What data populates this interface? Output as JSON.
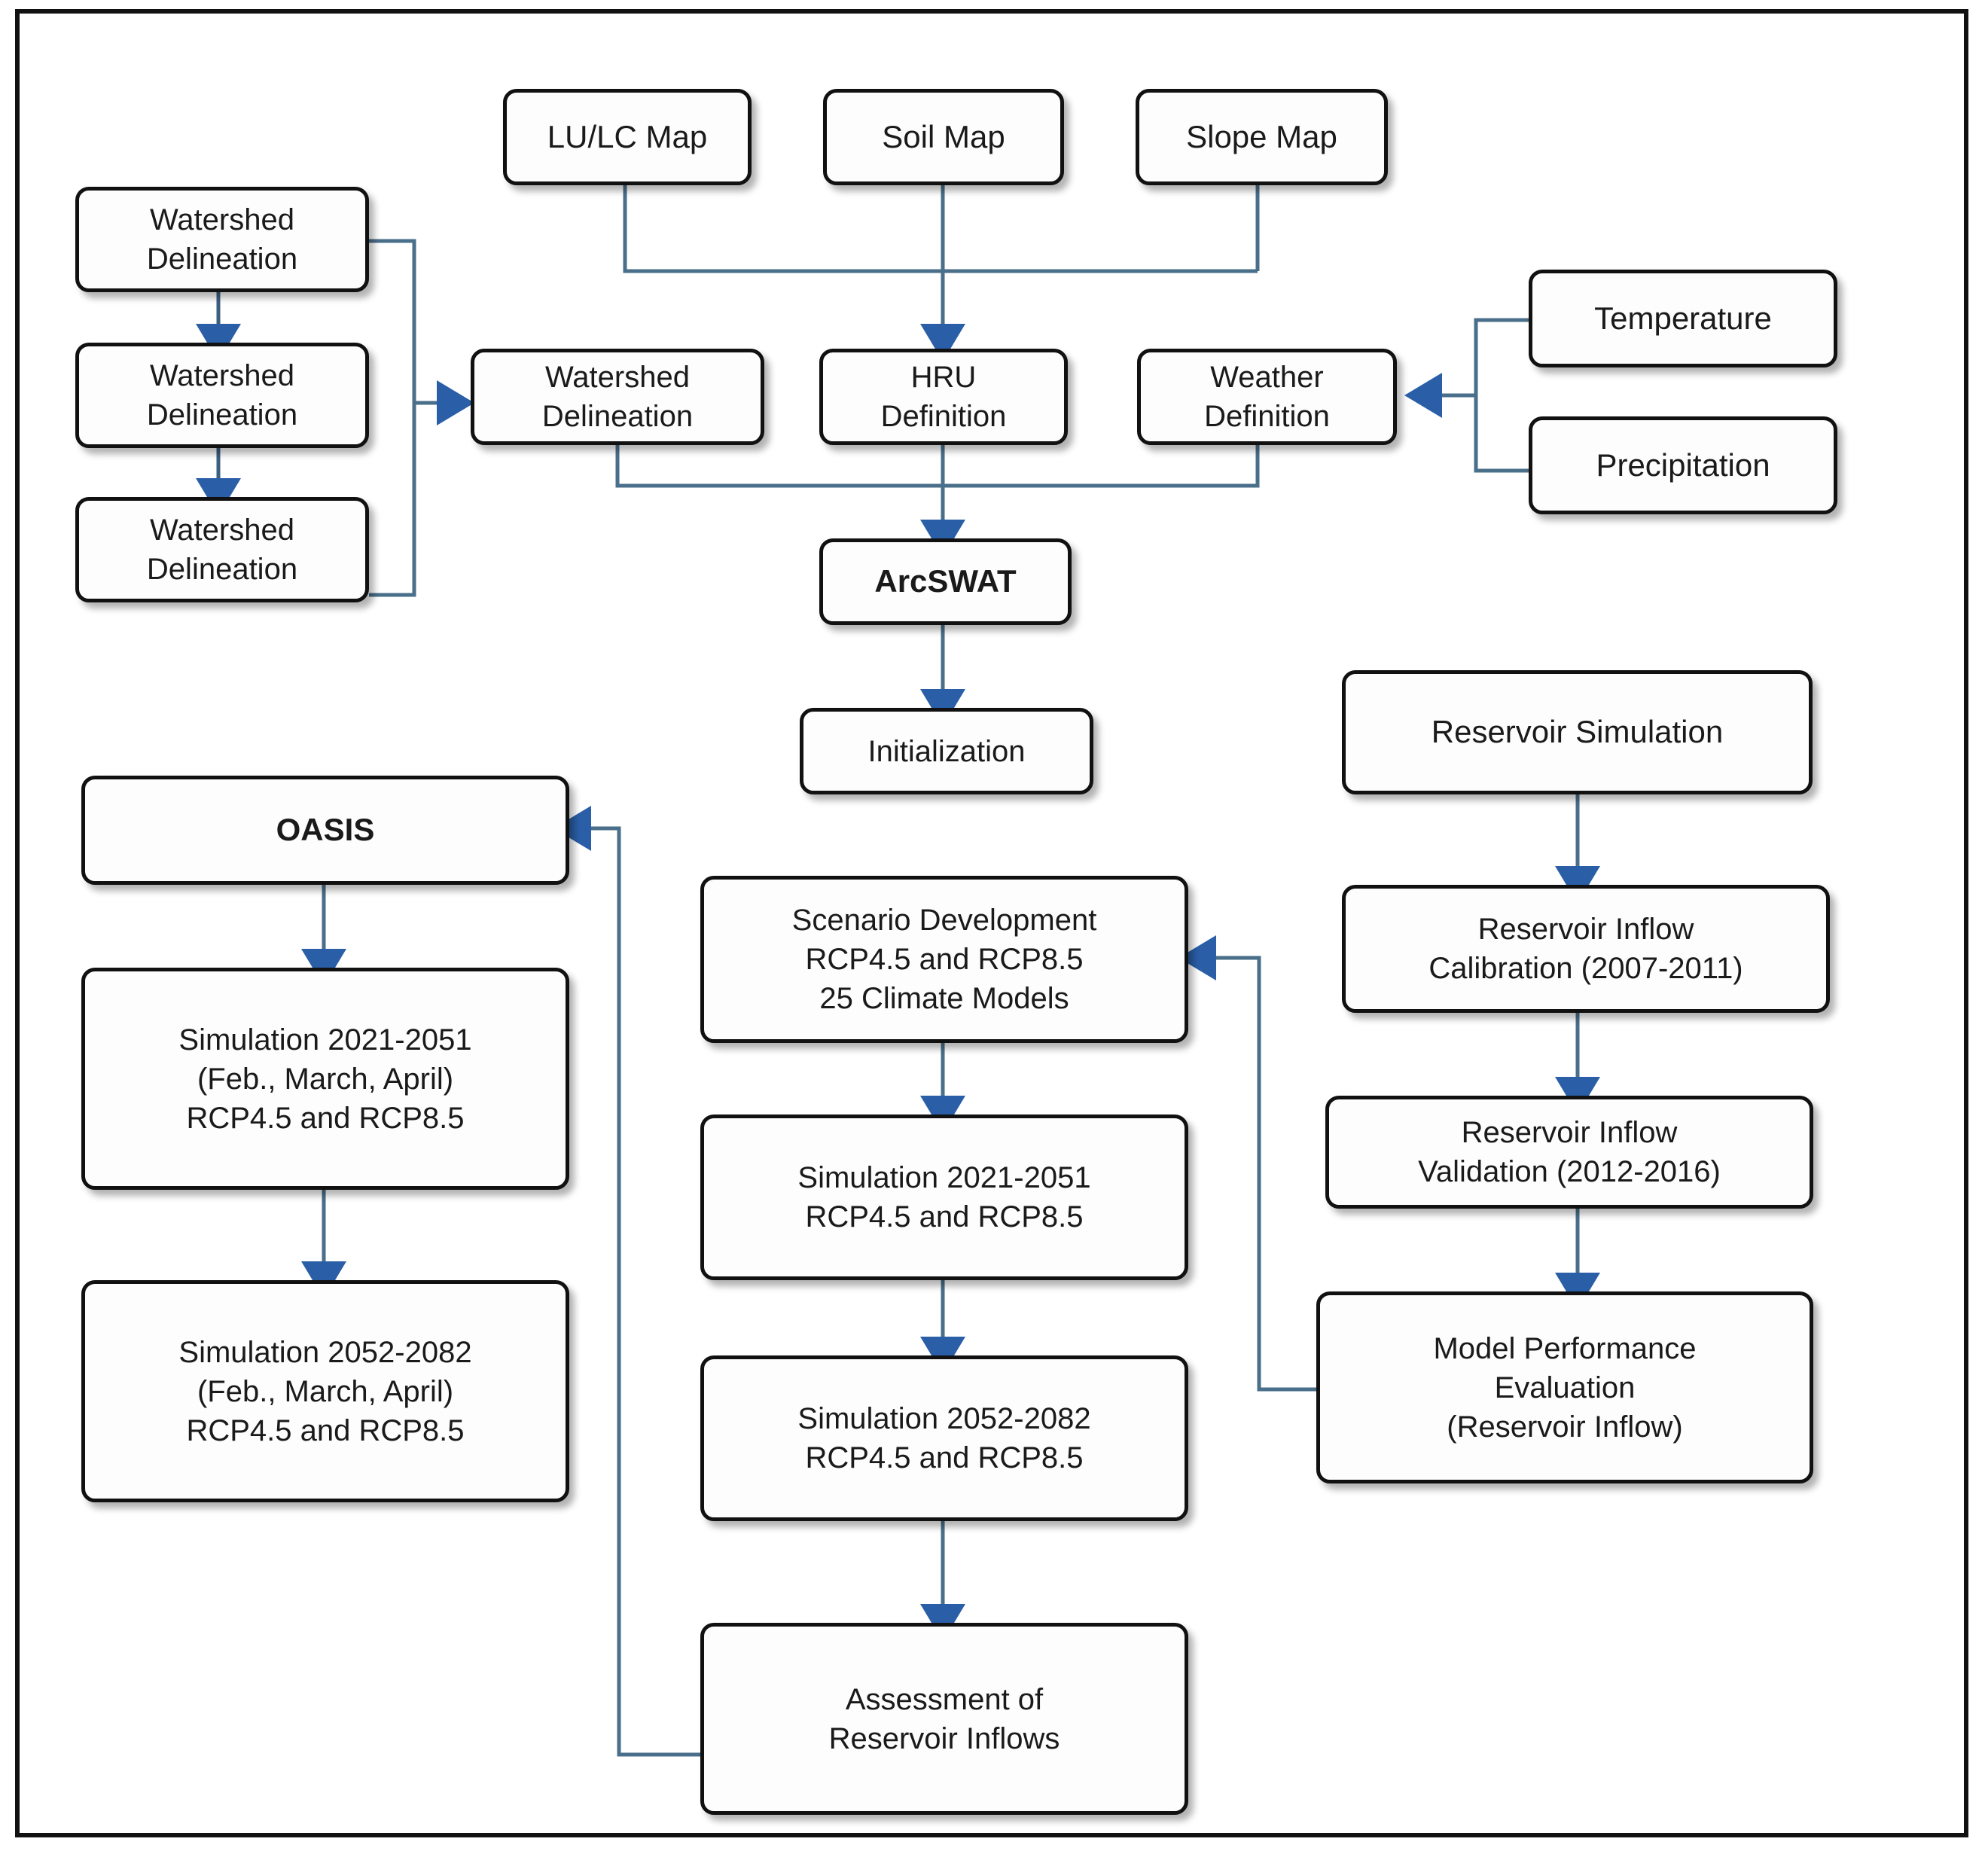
{
  "diagram": {
    "title": "SWAT / OASIS reservoir inflow modelling workflow",
    "accent_line_color": "#4a6f8a",
    "arrow_color": "#2a5fa8",
    "node_border_color": "#111111",
    "node_fill_color": "#fdfdfd",
    "frame_color": "#111111"
  },
  "nodes": {
    "lulc_map": {
      "label": "LU/LC Map"
    },
    "soil_map": {
      "label": "Soil Map"
    },
    "slope_map": {
      "label": "Slope Map"
    },
    "watershed_delineation_1": {
      "label": "Watershed\nDelineation"
    },
    "watershed_delineation_2": {
      "label": "Watershed\nDelineation"
    },
    "watershed_delineation_3": {
      "label": "Watershed\nDelineation"
    },
    "watershed_delineation_main": {
      "label": "Watershed\nDelineation"
    },
    "hru_definition": {
      "label": "HRU\nDefinition"
    },
    "weather_definition": {
      "label": "Weather\nDefinition"
    },
    "temperature": {
      "label": "Temperature"
    },
    "precipitation": {
      "label": "Precipitation"
    },
    "arcswat": {
      "label": "ArcSWAT"
    },
    "initialization": {
      "label": "Initialization"
    },
    "oasis": {
      "label": "OASIS"
    },
    "oasis_simulation_2021_2051": {
      "label": "Simulation 2021-2051\n(Feb., March, April)\nRCP4.5 and RCP8.5"
    },
    "oasis_simulation_2052_2082": {
      "label": "Simulation 2052-2082\n(Feb., March, April)\nRCP4.5 and RCP8.5"
    },
    "scenario_development": {
      "label": "Scenario Development\nRCP4.5 and RCP8.5\n25 Climate Models"
    },
    "simulation_2021_2051": {
      "label": "Simulation 2021-2051\nRCP4.5 and RCP8.5"
    },
    "simulation_2052_2082": {
      "label": "Simulation 2052-2082\nRCP4.5 and RCP8.5"
    },
    "assessment_reservoir_inflows": {
      "label": "Assessment of\nReservoir Inflows"
    },
    "reservoir_simulation": {
      "label": "Reservoir Simulation"
    },
    "reservoir_inflow_calibration": {
      "label": "Reservoir Inflow\nCalibration (2007-2011)"
    },
    "reservoir_inflow_validation": {
      "label": "Reservoir Inflow\nValidation (2012-2016)"
    },
    "model_performance_evaluation": {
      "label": "Model Performance\nEvaluation\n(Reservoir Inflow)"
    }
  },
  "edges": [
    {
      "from": "watershed_delineation_1",
      "to": "watershed_delineation_2",
      "type": "arrow-down"
    },
    {
      "from": "watershed_delineation_2",
      "to": "watershed_delineation_3",
      "type": "arrow-down"
    },
    {
      "from": "watershed_delineation_group",
      "to": "watershed_delineation_main",
      "type": "bracket-arrow-right"
    },
    {
      "from": "lulc_map",
      "to": "hru_definition",
      "type": "elbow-arrow-down"
    },
    {
      "from": "soil_map",
      "to": "hru_definition",
      "type": "arrow-down"
    },
    {
      "from": "slope_map",
      "to": "hru_definition",
      "type": "elbow-arrow-down"
    },
    {
      "from": "temperature",
      "to": "weather_definition",
      "type": "bracket-arrow-left"
    },
    {
      "from": "precipitation",
      "to": "weather_definition",
      "type": "bracket-arrow-left"
    },
    {
      "from": "watershed_delineation_main",
      "to": "arcswat",
      "type": "elbow-arrow-down"
    },
    {
      "from": "hru_definition",
      "to": "arcswat",
      "type": "arrow-down"
    },
    {
      "from": "weather_definition",
      "to": "arcswat",
      "type": "elbow-arrow-down"
    },
    {
      "from": "arcswat",
      "to": "initialization",
      "type": "arrow-down"
    },
    {
      "from": "oasis",
      "to": "oasis_simulation_2021_2051",
      "type": "arrow-down"
    },
    {
      "from": "oasis_simulation_2021_2051",
      "to": "oasis_simulation_2052_2082",
      "type": "arrow-down"
    },
    {
      "from": "scenario_development",
      "to": "simulation_2021_2051",
      "type": "arrow-down"
    },
    {
      "from": "simulation_2021_2051",
      "to": "simulation_2052_2082",
      "type": "arrow-down"
    },
    {
      "from": "simulation_2052_2082",
      "to": "assessment_reservoir_inflows",
      "type": "arrow-down"
    },
    {
      "from": "assessment_reservoir_inflows",
      "to": "oasis",
      "type": "elbow-arrow-up-left"
    },
    {
      "from": "reservoir_simulation",
      "to": "reservoir_inflow_calibration",
      "type": "arrow-down"
    },
    {
      "from": "reservoir_inflow_calibration",
      "to": "reservoir_inflow_validation",
      "type": "arrow-down"
    },
    {
      "from": "reservoir_inflow_validation",
      "to": "model_performance_evaluation",
      "type": "arrow-down"
    },
    {
      "from": "model_performance_evaluation",
      "to": "scenario_development",
      "type": "elbow-arrow-up-left"
    }
  ]
}
